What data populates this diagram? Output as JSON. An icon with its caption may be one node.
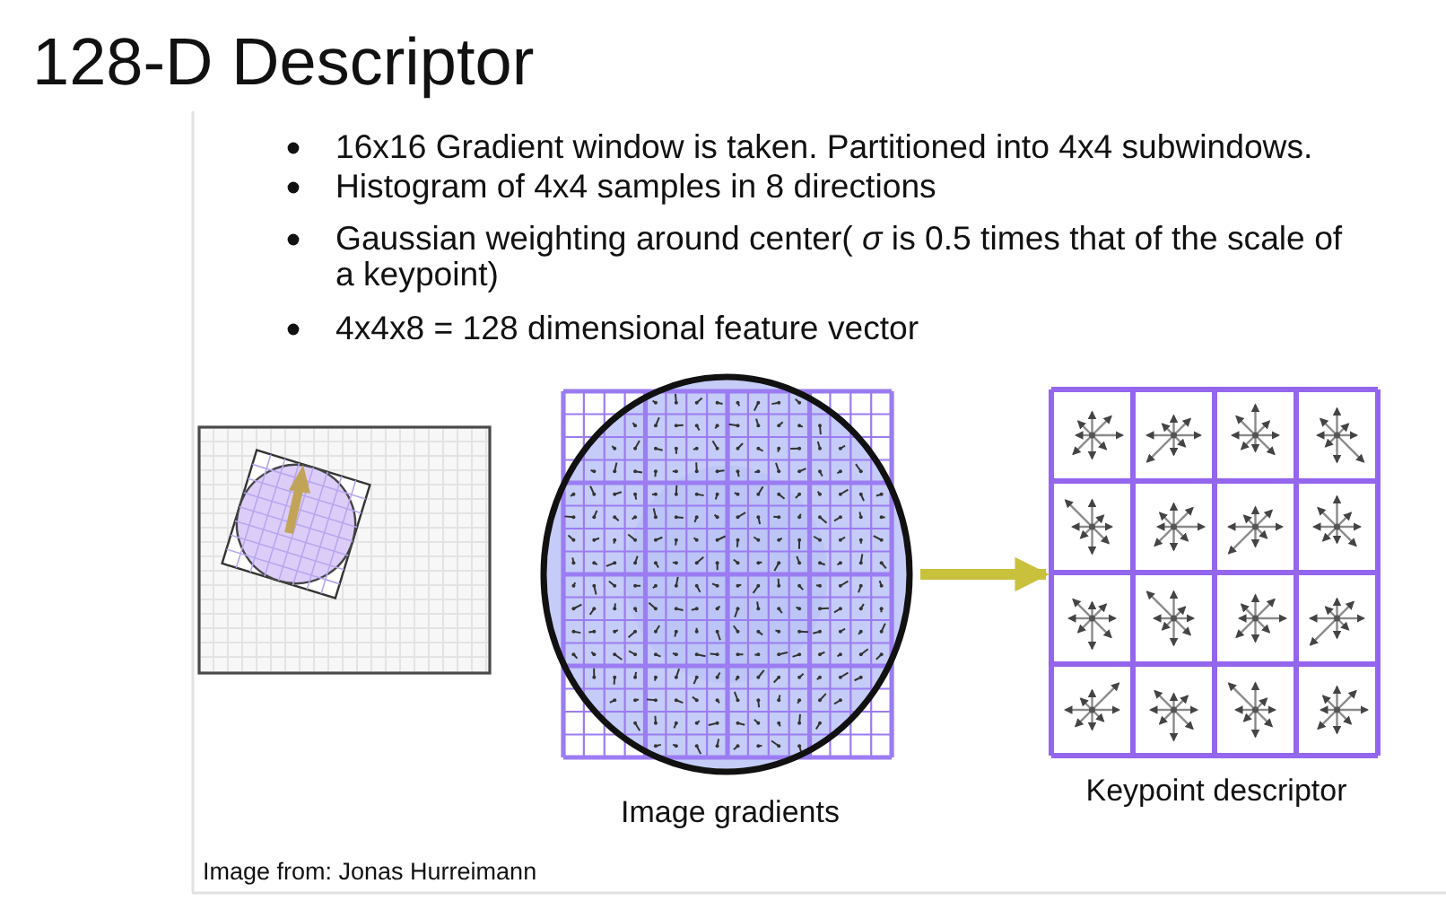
{
  "diagram": {
    "title": "128-D Descriptor",
    "nodes": [
      {
        "text": [],
        "shape": "picture"
      },
      {
        "text": [],
        "shape": "picture",
        "beside": [
          "Image gradients"
        ]
      },
      {
        "text": [],
        "shape": "picture",
        "beside": [
          "Keypoint descriptor"
        ]
      }
    ],
    "edges": [
      {
        "from": 1,
        "to": 2,
        "arrow": "to"
      }
    ],
    "labels": [
      "16x16 Gradient window is taken. Partitioned into 4x4 subwindows.",
      "Histogram of 4x4 samples in 8 directions",
      "Gaussian weighting around center( *σ* is 0.5 times that of the scale of a keypoint)",
      "4x4x8 = 128 dimensional feature vector",
      "Image from: Jonas Hurreimann"
    ]
  }
}
